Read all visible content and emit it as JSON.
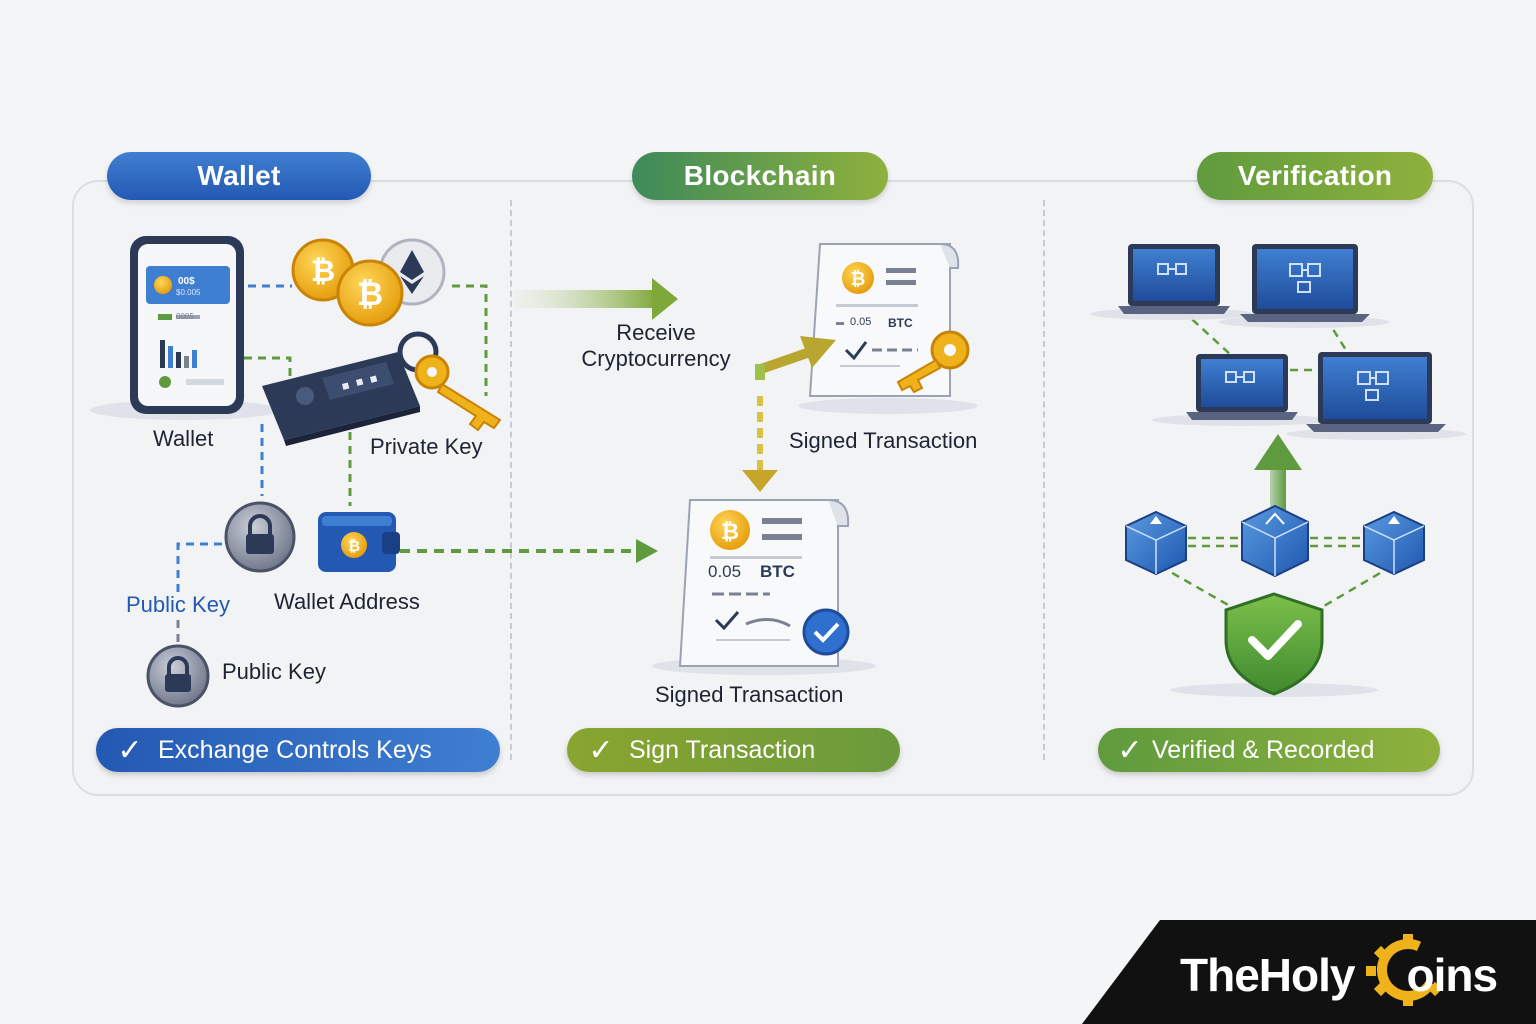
{
  "sections": {
    "wallet": "Wallet",
    "blockchain": "Blockchain",
    "verification": "Verification"
  },
  "wallet_panel": {
    "wallet_label": "Wallet",
    "private_key_label": "Private Key",
    "public_key_label_1": "Public Key",
    "wallet_address_label": "Wallet Address",
    "public_key_label_2": "Public Key",
    "phone_screen_text_1": "00$",
    "phone_screen_text_2": "$0.005",
    "phone_screen_text_3": "0005",
    "status": "Exchange Controls Keys"
  },
  "blockchain_panel": {
    "receive_label": "Receive\nCryptocurrency",
    "signed_tx_label_top": "Signed Transaction",
    "signed_tx_label_bottom": "Signed Transaction",
    "tx_top_amount": "0.05",
    "tx_top_unit": "BTC",
    "tx_bottom_amount": "0.05",
    "tx_bottom_unit": "BTC",
    "status": "Sign Transaction"
  },
  "verification_panel": {
    "status": "Verified & Recorded"
  },
  "brand": {
    "name_part1": "TheHoly",
    "name_part2": "oins"
  },
  "icons": [
    "phone-wallet-icon",
    "bitcoin-coin-icon",
    "ethereum-coin-icon",
    "hardware-wallet-icon",
    "key-icon",
    "padlock-icon",
    "wallet-icon",
    "document-icon",
    "laptop-node-icon",
    "block-cube-icon",
    "shield-check-icon",
    "arrow-icon",
    "gear-c-icon"
  ],
  "colors": {
    "blue": "#2459b3",
    "green": "#5f9b3e",
    "olive": "#8fb13d",
    "gold": "#f0b21a",
    "navy": "#2c3a57"
  }
}
